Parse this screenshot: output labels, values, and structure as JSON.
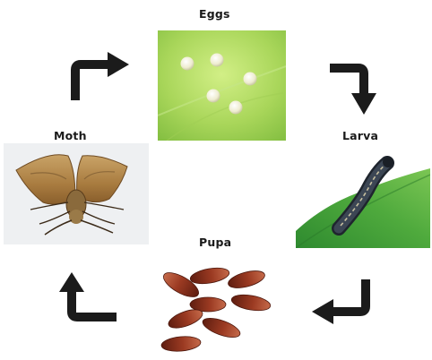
{
  "stages": {
    "eggs": {
      "label": "Eggs"
    },
    "larva": {
      "label": "Larva"
    },
    "pupa": {
      "label": "Pupa"
    },
    "moth": {
      "label": "Moth"
    }
  },
  "colors": {
    "arrow": "#1b1b1b",
    "leaf_light": "#b9e06a",
    "leaf_dark": "#4aa53a",
    "egg": "#f3f1da",
    "pupa": "#9b3a22",
    "moth_wing": "#b48a4c",
    "larva_body": "#2f3540"
  },
  "icons": {
    "arrow_top_left": "arrow-up-then-right-icon",
    "arrow_top_right": "arrow-right-then-down-icon",
    "arrow_bottom_right": "arrow-down-then-left-icon",
    "arrow_bottom_left": "arrow-left-then-up-icon"
  }
}
